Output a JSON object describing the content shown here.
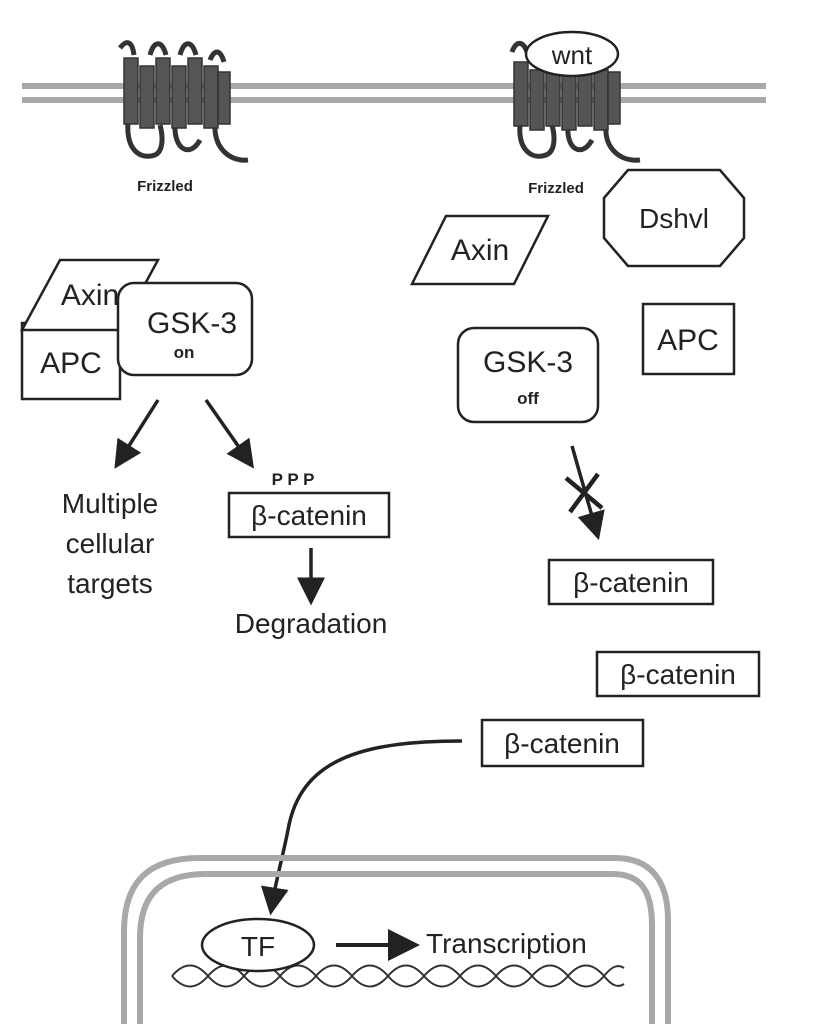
{
  "left": {
    "receptor_label": "Frizzled",
    "complex": {
      "axin": "Axin",
      "apc": "APC",
      "gsk3": "GSK-3",
      "gsk3_state": "on"
    },
    "targets": [
      "Multiple",
      "cellular",
      "targets"
    ],
    "phospho": "P P P",
    "beta_catenin": "β-catenin",
    "degradation": "Degradation"
  },
  "right": {
    "ligand": "wnt",
    "receptor_label": "Frizzled",
    "dshvl": "Dshvl",
    "axin": "Axin",
    "apc": "APC",
    "gsk3": "GSK-3",
    "gsk3_state": "off",
    "beta_catenin_1": "β-catenin",
    "beta_catenin_2": "β-catenin",
    "beta_catenin_3": "β-catenin"
  },
  "nucleus": {
    "tf": "TF",
    "transcription": "Transcription"
  },
  "colors": {
    "membrane": "#a8a8a8",
    "receptor": "#555555",
    "stroke": "#222222"
  }
}
